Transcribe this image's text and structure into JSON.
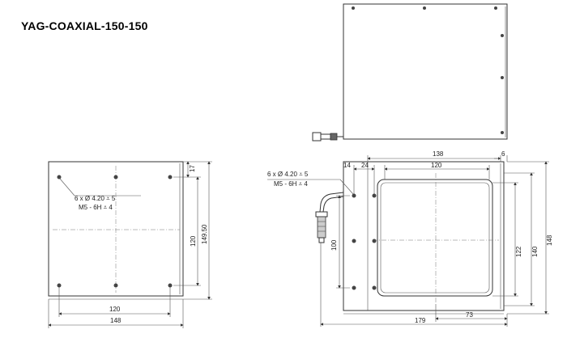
{
  "title": "YAG-COAXIAL-150-150",
  "front_view": {
    "hole_note_line1": "6 x Ø 4.20 ⩡ 5",
    "hole_note_line2": "M5 - 6H ⩡ 4",
    "dim_top_offset": "17",
    "dim_hole_spacing_v": "120",
    "dim_height": "149.50",
    "dim_hole_spacing_h": "120",
    "dim_width": "148"
  },
  "side_view": {
    "hole_note_line1": "6 x Ø 4.20 ⩡ 5",
    "hole_note_line2": "M5 - 6H ⩡ 4",
    "dim_top_138": "138",
    "dim_top_6": "6",
    "dim_14": "14",
    "dim_24": "24",
    "dim_120": "120",
    "dim_100": "100",
    "dim_122": "122",
    "dim_140": "140",
    "dim_148": "148",
    "dim_179": "179",
    "dim_73": "73"
  }
}
